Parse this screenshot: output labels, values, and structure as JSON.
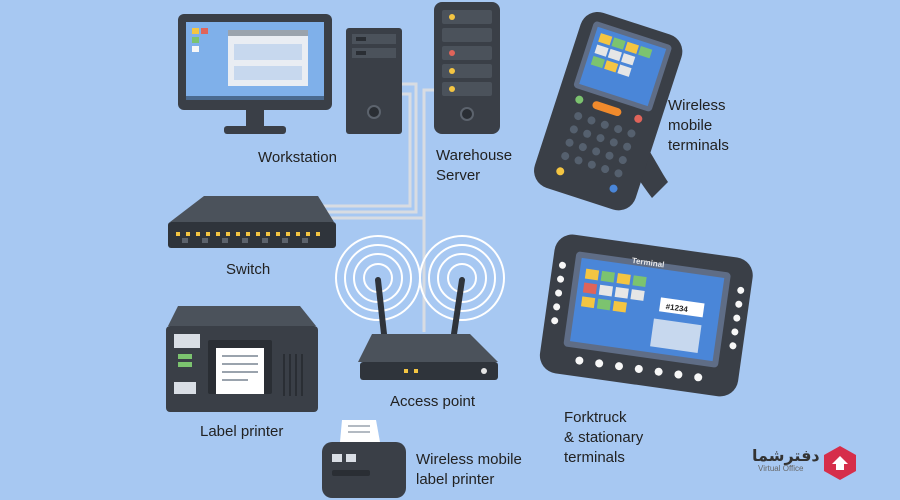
{
  "labels": {
    "workstation": "Workstation",
    "warehouse_server": "Warehouse\nServer",
    "wireless_mobile_terminals": "Wireless\nmobile\nterminals",
    "switch": "Switch",
    "access_point": "Access point",
    "forktruck_terminals": "Forktruck\n& stationary\nterminals",
    "label_printer": "Label printer",
    "wireless_mobile_label_printer": "Wireless mobile\nlabel printer"
  },
  "devices": {
    "terminal_brand": "Terminal",
    "terminal_code": "#1234"
  },
  "brand": {
    "name": "دفترشما",
    "tagline": "Virtual Office",
    "color": "#d62e4a"
  },
  "colors": {
    "background": "#a7c8f2",
    "device_body": "#3a3f47",
    "screen": "#4a86d8",
    "accent_yellow": "#f4c542",
    "accent_green": "#7cc36f"
  }
}
